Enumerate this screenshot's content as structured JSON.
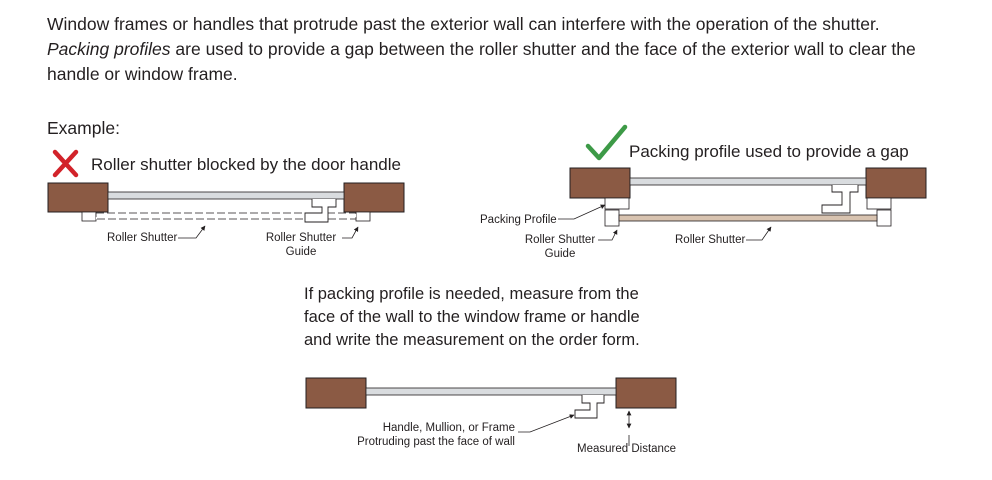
{
  "intro": {
    "line1": "Window frames or handles that protrude past the exterior wall can interfere with the operation of the shutter.",
    "line2_italic": "Packing profiles",
    "line2_rest": " are used to provide a gap between the roller shutter and the face of the exterior wall to clear the",
    "line3": "handle or window frame."
  },
  "example_label": "Example:",
  "diagram_blocked": {
    "caption": "Roller shutter blocked by the door handle",
    "status_icon": "cross-icon",
    "label_roller_shutter": "Roller Shutter",
    "label_guide_line1": "Roller Shutter",
    "label_guide_line2": "Guide"
  },
  "diagram_packing": {
    "caption": "Packing profile used to provide a gap",
    "status_icon": "check-icon",
    "label_packing_profile": "Packing Profile",
    "label_guide_line1": "Roller Shutter",
    "label_guide_line2": "Guide",
    "label_roller_shutter": "Roller Shutter"
  },
  "instructions": {
    "line1": "If packing profile is needed, measure from the",
    "line2": "face of the wall to the window frame or handle",
    "line3": "and write the measurement on the order form."
  },
  "diagram_measure": {
    "label_handle_line1": "Handle, Mullion, or Frame",
    "label_handle_line2": "Protruding past the face of wall",
    "label_measured": "Measured Distance"
  },
  "colors": {
    "wall": "#8b5a44",
    "cross": "#d2232a",
    "check": "#3d9a47",
    "rail": "#d9dcdf",
    "packing": "#d8c3b0"
  }
}
